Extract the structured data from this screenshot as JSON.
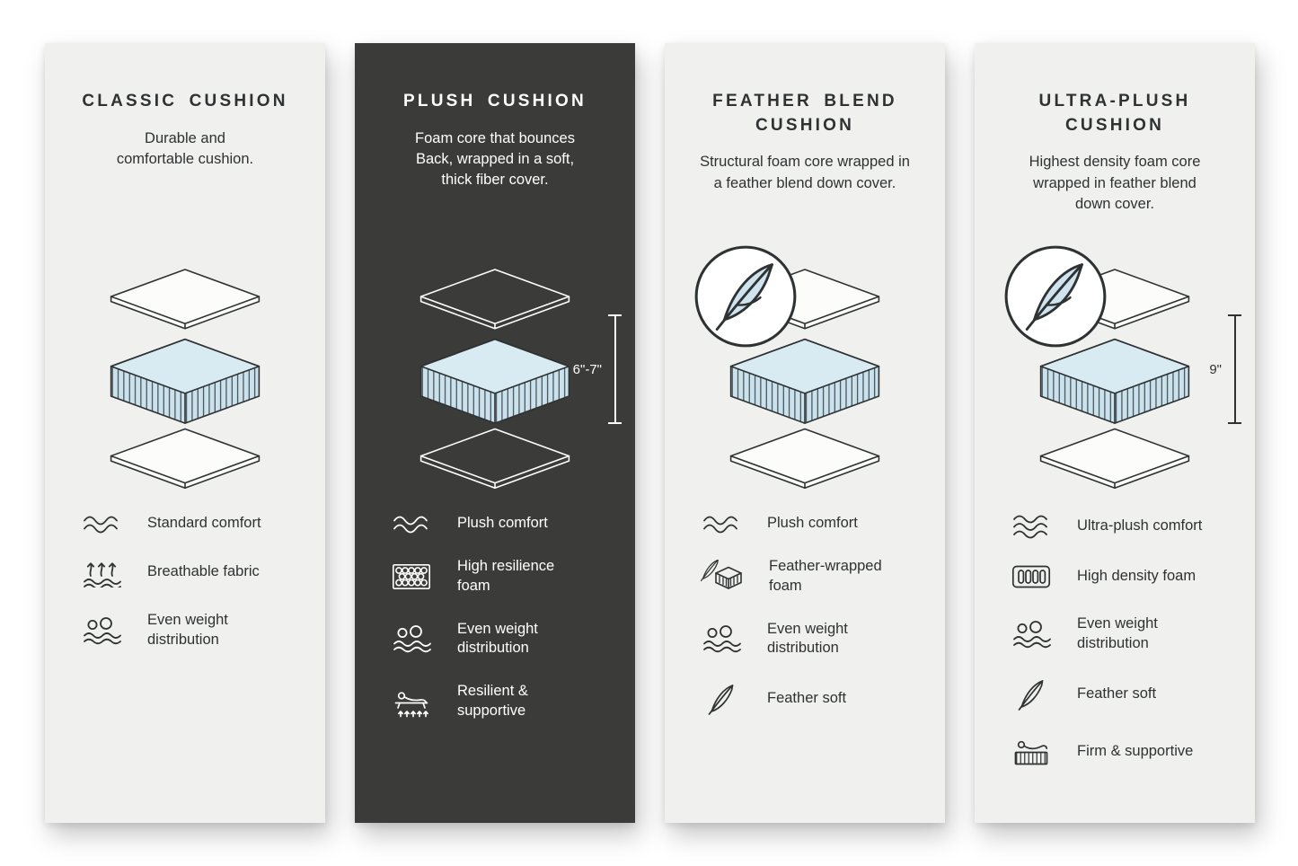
{
  "colors": {
    "card_light": "#f0f0ee",
    "card_dark": "#3b3b39",
    "ink": "#2e3233",
    "foam_blue": "#cfe4ee",
    "white": "#ffffff"
  },
  "cards": [
    {
      "title": "CLASSIC CUSHION",
      "description": "Durable and\ncomfortable cushion.",
      "measurement": "",
      "features": [
        {
          "icon": "comfort-waves-icon",
          "label": "Standard comfort"
        },
        {
          "icon": "breathable-fabric-icon",
          "label": "Breathable fabric"
        },
        {
          "icon": "even-weight-icon",
          "label": "Even weight\ndistribution"
        }
      ]
    },
    {
      "title": "PLUSH CUSHION",
      "description": "Foam core that bounces\nBack, wrapped in a soft,\nthick fiber cover.",
      "measurement": "6\"-7\"",
      "features": [
        {
          "icon": "comfort-waves-icon",
          "label": "Plush comfort"
        },
        {
          "icon": "resilience-foam-icon",
          "label": "High resilience\nfoam"
        },
        {
          "icon": "even-weight-icon",
          "label": "Even weight\ndistribution"
        },
        {
          "icon": "resilient-supportive-icon",
          "label": "Resilient &\nsupportive"
        }
      ]
    },
    {
      "title": "FEATHER BLEND\nCUSHION",
      "description": "Structural foam core wrapped in\na feather blend down cover.",
      "measurement": "",
      "features": [
        {
          "icon": "comfort-waves-icon",
          "label": "Plush comfort"
        },
        {
          "icon": "feather-wrapped-foam-icon",
          "label": "Feather-wrapped\nfoam"
        },
        {
          "icon": "even-weight-icon",
          "label": "Even weight\ndistribution"
        },
        {
          "icon": "feather-icon",
          "label": "Feather soft"
        }
      ]
    },
    {
      "title": "ULTRA-PLUSH\nCUSHION",
      "description": "Highest density foam core\nwrapped in feather blend\ndown cover.",
      "measurement": "9\"",
      "features": [
        {
          "icon": "ultra-waves-icon",
          "label": "Ultra-plush comfort"
        },
        {
          "icon": "density-foam-icon",
          "label": "High density foam"
        },
        {
          "icon": "even-weight-icon",
          "label": "Even weight\ndistribution"
        },
        {
          "icon": "feather-icon",
          "label": "Feather soft"
        },
        {
          "icon": "firm-supportive-icon",
          "label": "Firm & supportive"
        }
      ]
    }
  ]
}
